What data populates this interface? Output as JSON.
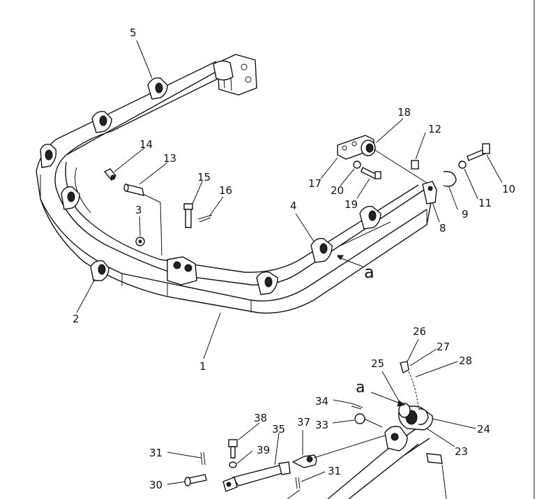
{
  "callouts": [
    {
      "id": "c5",
      "text": "5"
    },
    {
      "id": "c14",
      "text": "14"
    },
    {
      "id": "c13",
      "text": "13"
    },
    {
      "id": "c15",
      "text": "15"
    },
    {
      "id": "c16",
      "text": "16"
    },
    {
      "id": "c3",
      "text": "3"
    },
    {
      "id": "c18",
      "text": "18"
    },
    {
      "id": "c12",
      "text": "12"
    },
    {
      "id": "c17",
      "text": "17"
    },
    {
      "id": "c20",
      "text": "20"
    },
    {
      "id": "c19",
      "text": "19"
    },
    {
      "id": "c10",
      "text": "10"
    },
    {
      "id": "c11",
      "text": "11"
    },
    {
      "id": "c9",
      "text": "9"
    },
    {
      "id": "c8",
      "text": "8"
    },
    {
      "id": "c4",
      "text": "4"
    },
    {
      "id": "ca1",
      "text": "a"
    },
    {
      "id": "c2",
      "text": "2"
    },
    {
      "id": "c1",
      "text": "1"
    },
    {
      "id": "c26",
      "text": "26"
    },
    {
      "id": "c27",
      "text": "27"
    },
    {
      "id": "c25",
      "text": "25"
    },
    {
      "id": "c28",
      "text": "28"
    },
    {
      "id": "ca2",
      "text": "a"
    },
    {
      "id": "c34",
      "text": "34"
    },
    {
      "id": "c24",
      "text": "24"
    },
    {
      "id": "c38",
      "text": "38"
    },
    {
      "id": "c37",
      "text": "37"
    },
    {
      "id": "c33",
      "text": "33"
    },
    {
      "id": "c35",
      "text": "35"
    },
    {
      "id": "c23",
      "text": "23"
    },
    {
      "id": "c31a",
      "text": "31"
    },
    {
      "id": "c39",
      "text": "39"
    },
    {
      "id": "c31b",
      "text": "31"
    },
    {
      "id": "c30",
      "text": "30"
    }
  ]
}
